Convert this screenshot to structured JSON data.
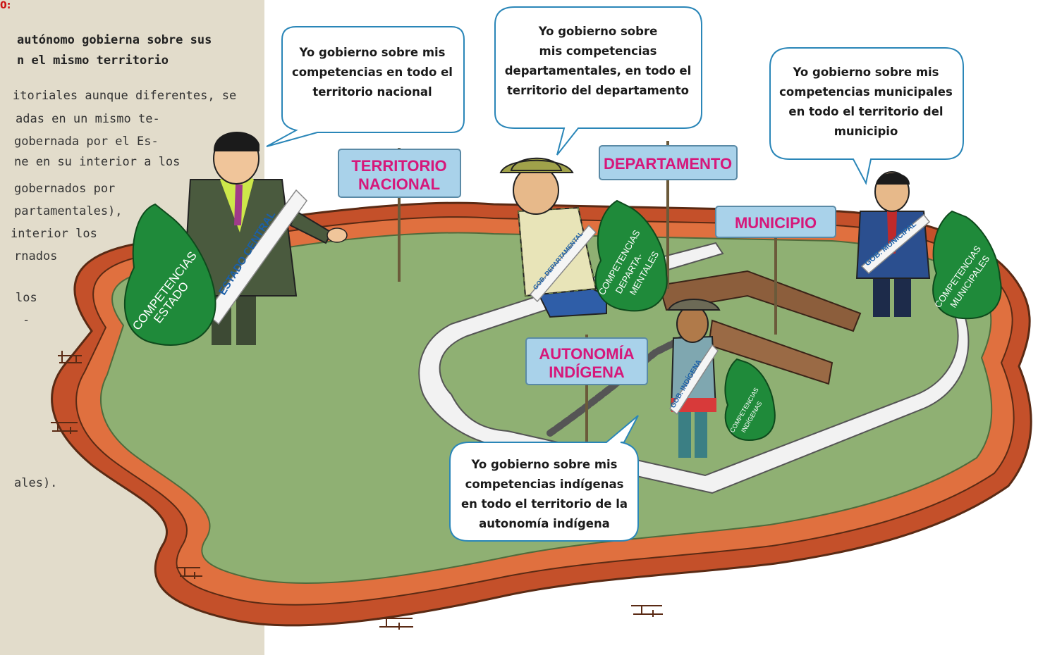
{
  "side_text": {
    "heading_marker": "0:",
    "lines": [
      "autónomo gobierna sobre sus",
      "n el mismo territorio",
      "itoriales aunque diferentes, se",
      "adas en un mismo te-",
      "gobernada por el Es-",
      "ne en su interior a los",
      "gobernados por",
      "partamentales),",
      " interior los",
      "rnados",
      "los",
      "-",
      "ales)."
    ]
  },
  "signs": {
    "territorio": [
      "TERRITORIO",
      "NACIONAL"
    ],
    "departamento": "DEPARTAMENTO",
    "municipio": "MUNICIPIO",
    "autonomia": [
      "AUTONOMÍA",
      "INDÍGENA"
    ]
  },
  "bubbles": {
    "estado": [
      "Yo gobierno sobre mis",
      "competencias en todo el",
      "territorio nacional"
    ],
    "departamental": [
      "Yo gobierno sobre",
      "mis competencias",
      "departamentales, en todo el",
      "territorio del departamento"
    ],
    "municipal": [
      "Yo gobierno sobre mis",
      "competencias municipales",
      "en todo el territorio del",
      "municipio"
    ],
    "indigena": [
      "Yo gobierno sobre mis",
      "competencias indígenas",
      "en todo el territorio de la",
      "autonomía indígena"
    ]
  },
  "sashes": {
    "estado": "ESTADO CENTRAL",
    "departamental": "GOB. DEPARTAMENTAL",
    "municipal": "GOB. MUNICIPAL",
    "indigena": "GOB. INDÍGENA"
  },
  "bags": {
    "estado": [
      "COMPETENCIAS",
      "ESTADO"
    ],
    "departamental": [
      "COMPETENCIAS",
      "DEPARTA-",
      "MENTALES"
    ],
    "municipal": [
      "COMPETENCIAS",
      "MUNICIPALES"
    ],
    "indigena": [
      "COMPETENCIAS",
      "INDÍGENAS"
    ]
  },
  "colors": {
    "panel": "#e2dccb",
    "wall": "#e0703f",
    "ground": "#8fb073",
    "sign_fill": "#a9d2ea",
    "sign_text": "#d6177a",
    "bag": "#1f8a3a",
    "bubble_stroke": "#2a86b8"
  }
}
